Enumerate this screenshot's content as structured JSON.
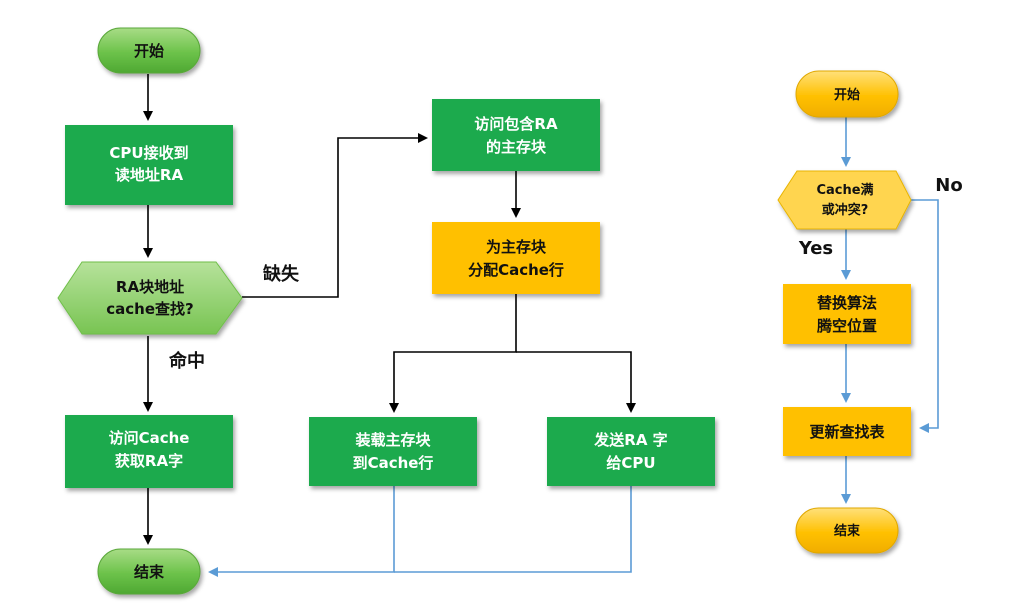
{
  "colors": {
    "green_fill": "#1faa4e",
    "green_light": "#92d36e",
    "yellow_fill": "#ffc000",
    "yellow_light": "#ffd966",
    "arrow_black": "#000000",
    "arrow_blue": "#5b9bd5"
  },
  "left_flow": {
    "start": "开始",
    "receive": [
      "CPU接收到",
      "读地址RA"
    ],
    "decision": [
      "RA块地址",
      "cache查找?"
    ],
    "hit_label": "命中",
    "miss_label": "缺失",
    "access_cache": [
      "访问Cache",
      "获取RA字"
    ],
    "end": "结束"
  },
  "middle_flow": {
    "access_main": [
      "访问包含RA",
      "的主存块"
    ],
    "allocate": [
      "为主存块",
      "分配Cache行"
    ],
    "load": [
      "装载主存块",
      "到Cache行"
    ],
    "send": [
      "发送RA 字",
      "给CPU"
    ]
  },
  "right_flow": {
    "start": "开始",
    "decision": [
      "Cache满",
      "或冲突?"
    ],
    "yes_label": "Yes",
    "no_label": "No",
    "replace": [
      "替换算法",
      "腾空位置"
    ],
    "update": "更新查找表",
    "end": "结束"
  }
}
